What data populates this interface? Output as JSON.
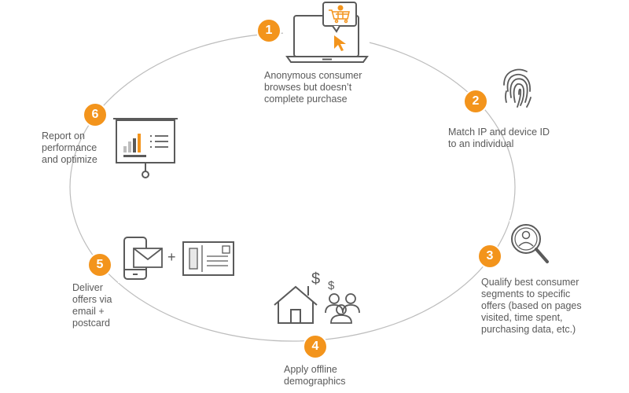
{
  "accent_color": "#f3941c",
  "steps": [
    {
      "number": "1",
      "caption": "Anonymous consumer\nbrowses but doesn’t\ncomplete purchase",
      "icon": "laptop-shopping-cart-icon"
    },
    {
      "number": "2",
      "caption": "Match IP and device ID\nto an individual",
      "icon": "fingerprint-icon"
    },
    {
      "number": "3",
      "caption": "Qualify best consumer\nsegments to specific\noffers (based on pages\nvisited, time spent,\npurchasing data, etc.)",
      "icon": "magnifier-person-icon"
    },
    {
      "number": "4",
      "caption": "Apply offline\ndemographics",
      "icon": "house-people-dollar-icon"
    },
    {
      "number": "5",
      "caption": "Deliver\noffers via\nemail +\npostcard",
      "icon": "phone-email-postcard-icon"
    },
    {
      "number": "6",
      "caption": "Report on\nperformance\nand optimize",
      "icon": "presentation-chart-icon"
    }
  ]
}
